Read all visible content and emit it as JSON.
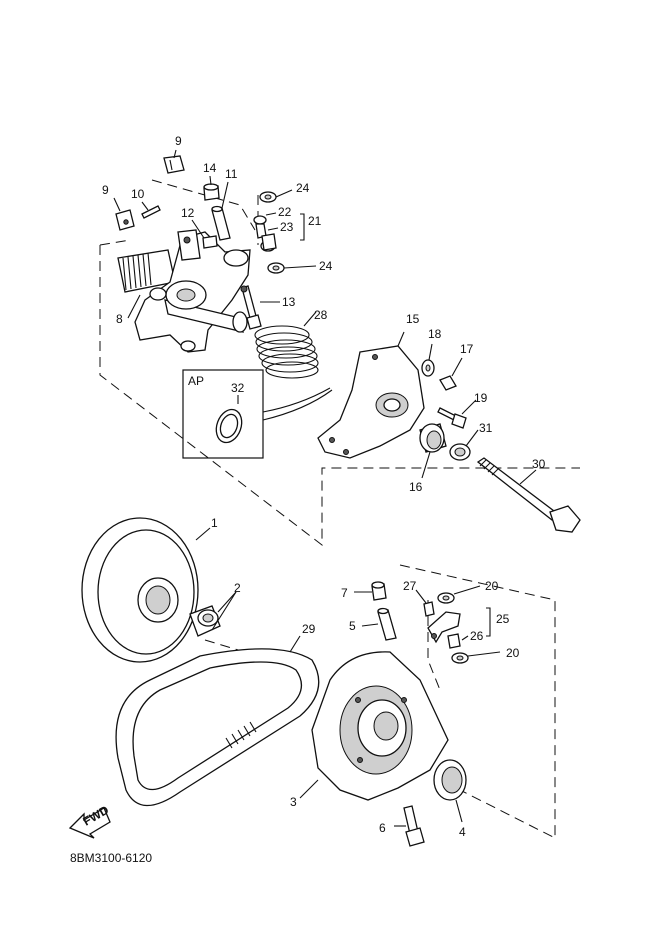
{
  "callouts": {
    "c1": "1",
    "c2": "2",
    "c3": "3",
    "c4": "4",
    "c5": "5",
    "c6": "6",
    "c7": "7",
    "c8": "8",
    "c9a": "9",
    "c9b": "9",
    "c10": "10",
    "c11": "11",
    "c12": "12",
    "c13": "13",
    "c14": "14",
    "c15": "15",
    "c16": "16",
    "c17": "17",
    "c18": "18",
    "c19": "19",
    "c20a": "20",
    "c20b": "20",
    "c21": "21",
    "c22": "22",
    "c23": "23",
    "c24a": "24",
    "c24b": "24",
    "c25": "25",
    "c26": "26",
    "c27": "27",
    "c28": "28",
    "c29": "29",
    "c30": "30",
    "c31": "31",
    "c32": "32"
  },
  "inset": {
    "label": "AP"
  },
  "fwd_arrow": {
    "label": "FWD"
  },
  "diagram_code": "8BM3100-6120"
}
